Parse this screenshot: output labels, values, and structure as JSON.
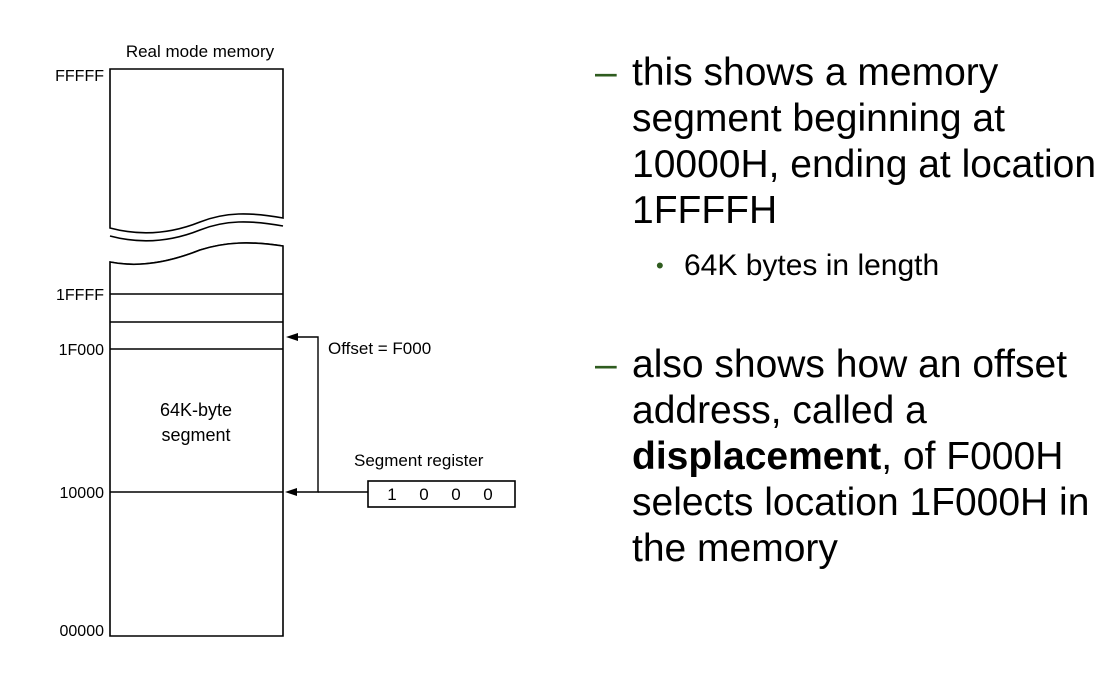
{
  "diagram": {
    "title": "Real mode memory",
    "addresses": {
      "top": "FFFFF",
      "segment_end": "1FFFF",
      "offset_location": "1F000",
      "segment_start": "10000",
      "bottom": "00000"
    },
    "segment_label_line1": "64K-byte",
    "segment_label_line2": "segment",
    "offset_label": "Offset = F000",
    "segment_register_label": "Segment register",
    "segment_register_digits": [
      "1",
      "0",
      "0",
      "0"
    ]
  },
  "bullets": {
    "item1": "this shows a memory segment beginning at 10000H, ending at location 1FFFFH",
    "item1_sub": "64K bytes in length",
    "item2_before": "also shows how an offset address, called a ",
    "item2_bold": "displacement",
    "item2_after": ", of F000H selects location 1F000H in the memory"
  },
  "colors": {
    "bullet_marker": "#2f5c1f",
    "line": "#000000"
  }
}
